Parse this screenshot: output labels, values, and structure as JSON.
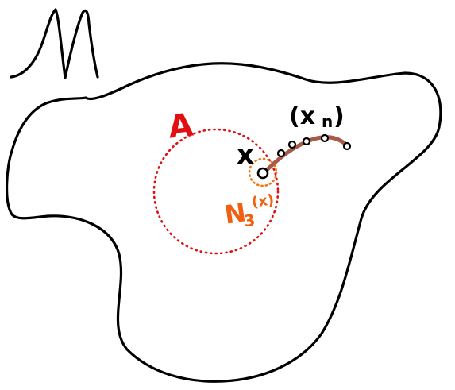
{
  "labels": {
    "manifold": "M",
    "set": "A",
    "point": "x",
    "neighborhood": "N",
    "neighborhood_subscript": "3",
    "neighborhood_argument": "(x)",
    "sequence": "(x",
    "sequence_subscript": "n",
    "sequence_close": ")"
  },
  "colors": {
    "ink": "#000000",
    "set_outline": "#e01010",
    "set_label": "#e01010",
    "neighborhood_outline": "#f07818",
    "neighborhood_label": "#f06010",
    "sequence_path": "#a85a48",
    "point_fill": "#ffffff"
  },
  "icons": {
    "point_marker": "hollow-circle",
    "sequence_marker": "small-hollow-circle"
  }
}
